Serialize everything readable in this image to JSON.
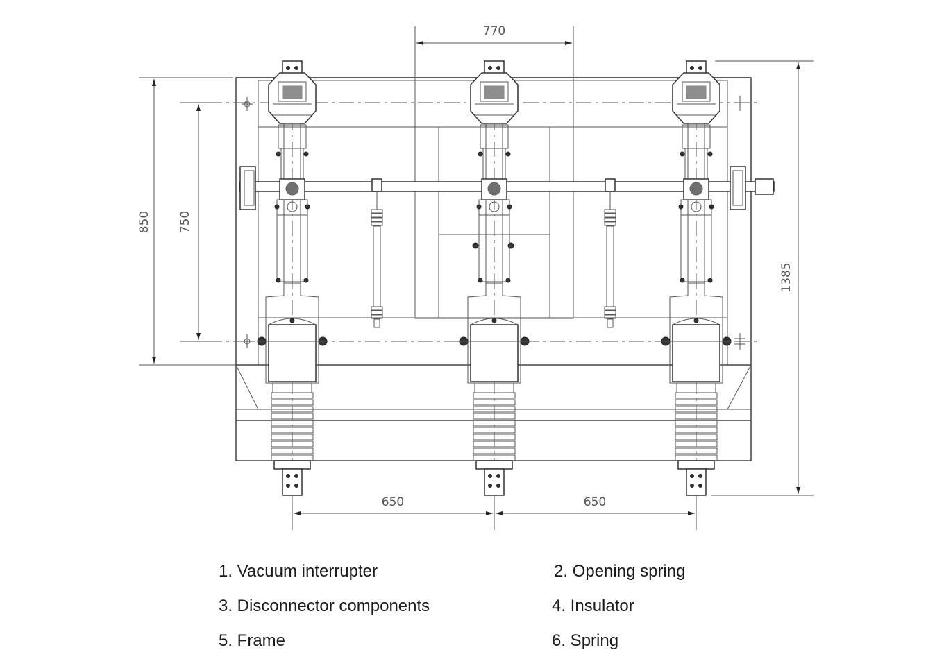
{
  "dimensions": {
    "top_spacing": "770",
    "overall_height_left": "850",
    "inner_height_left": "750",
    "overall_height_right": "1385",
    "pole_spacing_left": "650",
    "pole_spacing_right": "650"
  },
  "legend": [
    "1. Vacuum interrupter",
    "2. Opening spring",
    "3. Disconnector components",
    "4. Insulator",
    "5. Frame",
    "6. Spring"
  ]
}
